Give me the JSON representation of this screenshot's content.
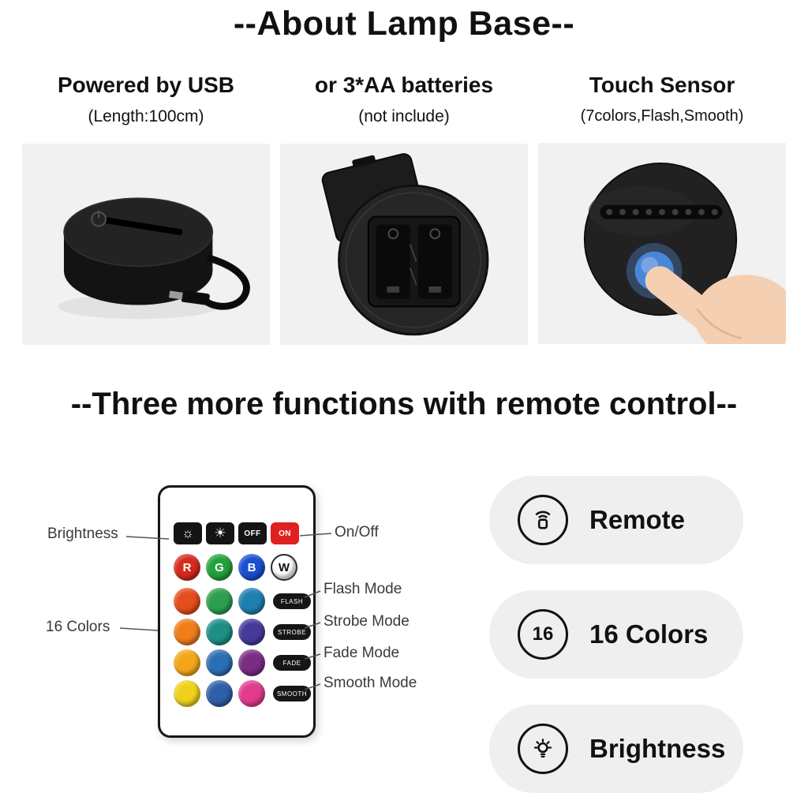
{
  "page": {
    "title": "--About Lamp Base--",
    "subtitle": "--Three more functions with remote control--"
  },
  "panels": [
    {
      "heading": "Powered by USB",
      "sub": "(Length:100cm)"
    },
    {
      "heading": "or 3*AA batteries",
      "sub": "(not include)"
    },
    {
      "heading": "Touch Sensor",
      "sub": "(7colors,Flash,Smooth)"
    }
  ],
  "remote": {
    "brightness_down_glyph": "☼",
    "brightness_up_glyph": "☀",
    "off_label": "OFF",
    "on_label": "ON",
    "on_color": "#e02121",
    "keys_rgbw": [
      "R",
      "G",
      "B",
      "W"
    ],
    "keys_rgbw_colors": [
      "#d62a1e",
      "#22a13d",
      "#1a4fd0",
      "#ffffff"
    ],
    "color_grid": [
      [
        "#e44d1d",
        "#2d9e4f",
        "#1f7fae"
      ],
      [
        "#ef7d1a",
        "#1d8f85",
        "#46399a"
      ],
      [
        "#f2a71b",
        "#2b6fb3",
        "#7a2d83"
      ],
      [
        "#efd11c",
        "#2f5fa8",
        "#e23a8e"
      ]
    ],
    "mode_buttons": [
      "FLASH",
      "STROBE",
      "FADE",
      "SMOOTH"
    ]
  },
  "callouts": {
    "brightness": "Brightness",
    "on_off": "On/Off",
    "sixteen_colors": "16 Colors",
    "flash": "Flash Mode",
    "strobe": "Strobe Mode",
    "fade": "Fade Mode",
    "smooth": "Smooth Mode"
  },
  "badges": [
    {
      "label": "Remote"
    },
    {
      "icon_text": "16",
      "label": "16 Colors"
    },
    {
      "label": "Brightness"
    }
  ],
  "colors": {
    "touch_button_blue": "#4a86d8",
    "badge_background": "#efefef",
    "panel_background": "#f1f1f1"
  }
}
